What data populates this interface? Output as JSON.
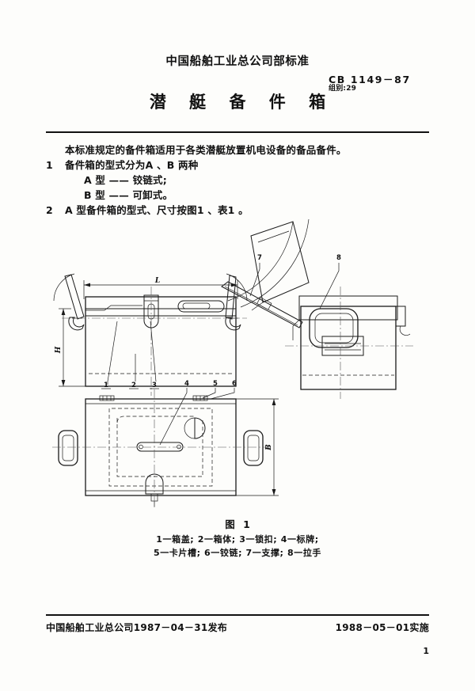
{
  "header": {
    "organization": "中国船舶工业总公司部标准",
    "standard_number": "CB 1149－87",
    "group_label": "组别:29",
    "title": "潜 艇 备 件 箱"
  },
  "body": {
    "intro": "本标准规定的备件箱适用于各类潜艇放置机电设备的备品备件。",
    "clause1_num": "1",
    "clause1_text": "备件箱的型式分为A 、B 两种",
    "clause1_a": "A 型 —— 铰链式;",
    "clause1_b": "B 型 —— 可卸式。",
    "clause2_num": "2",
    "clause2_text": "A 型备件箱的型式、尺寸按图1 、表1 。"
  },
  "figure": {
    "caption": "图 1",
    "legend_line1": "1一箱盖; 2一箱体; 3一锁扣; 4一标牌;",
    "legend_line2": "5一卡片槽; 6一铰链; 7一支撑; 8一拉手",
    "dimensions": {
      "length": "L",
      "height": "H",
      "breadth": "B"
    },
    "callouts": {
      "n1": "1",
      "n2": "2",
      "n3": "3",
      "n4": "4",
      "n5": "5",
      "n6": "6",
      "n7": "7",
      "n8": "8"
    },
    "parts": [
      {
        "number": "1",
        "name": "箱盖"
      },
      {
        "number": "2",
        "name": "箱体"
      },
      {
        "number": "3",
        "name": "锁扣"
      },
      {
        "number": "4",
        "name": "标牌"
      },
      {
        "number": "5",
        "name": "卡片槽"
      },
      {
        "number": "6",
        "name": "铰链"
      },
      {
        "number": "7",
        "name": "支撑"
      },
      {
        "number": "8",
        "name": "拉手"
      }
    ]
  },
  "footer": {
    "issue": "中国船舶工业总公司1987－04－31发布",
    "effective": "1988－05－01实施",
    "page_number": "1"
  }
}
